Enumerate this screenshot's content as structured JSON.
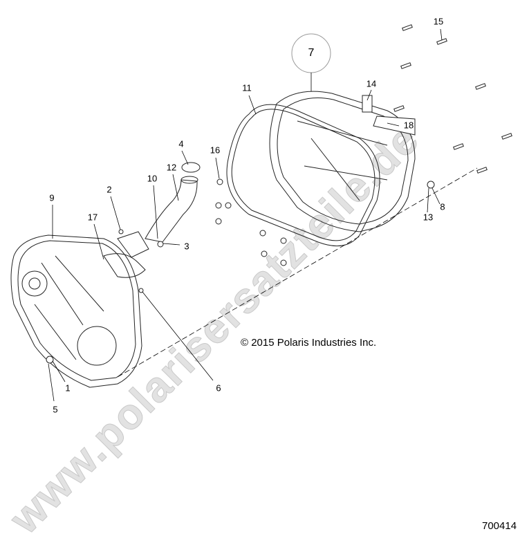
{
  "diagram": {
    "callouts": [
      {
        "id": "15",
        "label": "15"
      },
      {
        "id": "7",
        "label": "7"
      },
      {
        "id": "14",
        "label": "14"
      },
      {
        "id": "11",
        "label": "11"
      },
      {
        "id": "18",
        "label": "18"
      },
      {
        "id": "4",
        "label": "4"
      },
      {
        "id": "16",
        "label": "16"
      },
      {
        "id": "10",
        "label": "10"
      },
      {
        "id": "12",
        "label": "12"
      },
      {
        "id": "2",
        "label": "2"
      },
      {
        "id": "9",
        "label": "9"
      },
      {
        "id": "17",
        "label": "17"
      },
      {
        "id": "8",
        "label": "8"
      },
      {
        "id": "13",
        "label": "13"
      },
      {
        "id": "3",
        "label": "3"
      },
      {
        "id": "6",
        "label": "6"
      },
      {
        "id": "1",
        "label": "1"
      },
      {
        "id": "5",
        "label": "5"
      }
    ],
    "copyright": "© 2015 Polaris Industries Inc.",
    "diagram_number": "700414",
    "watermark": "www.polarisersatzteile.de"
  }
}
